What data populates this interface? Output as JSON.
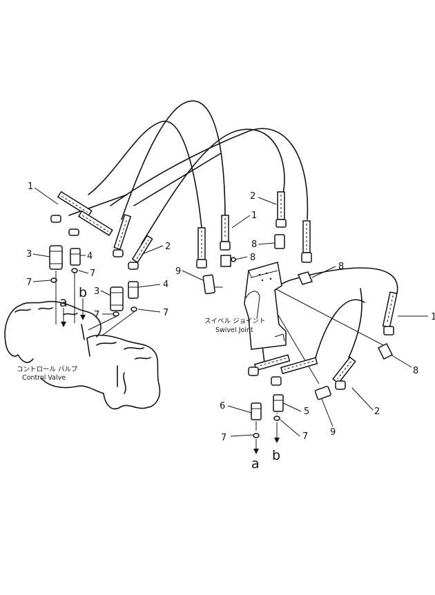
{
  "labels": {
    "control_valve_jp": "コントロール バルブ",
    "control_valve_en": "Control Valve",
    "swivel_joint_jp": "スイベル ジョイント",
    "swivel_joint_en": "Swivel Joint",
    "port_a": "a",
    "port_b": "b"
  },
  "callouts": [
    "1",
    "2",
    "3",
    "4",
    "5",
    "6",
    "7",
    "8",
    "9"
  ]
}
